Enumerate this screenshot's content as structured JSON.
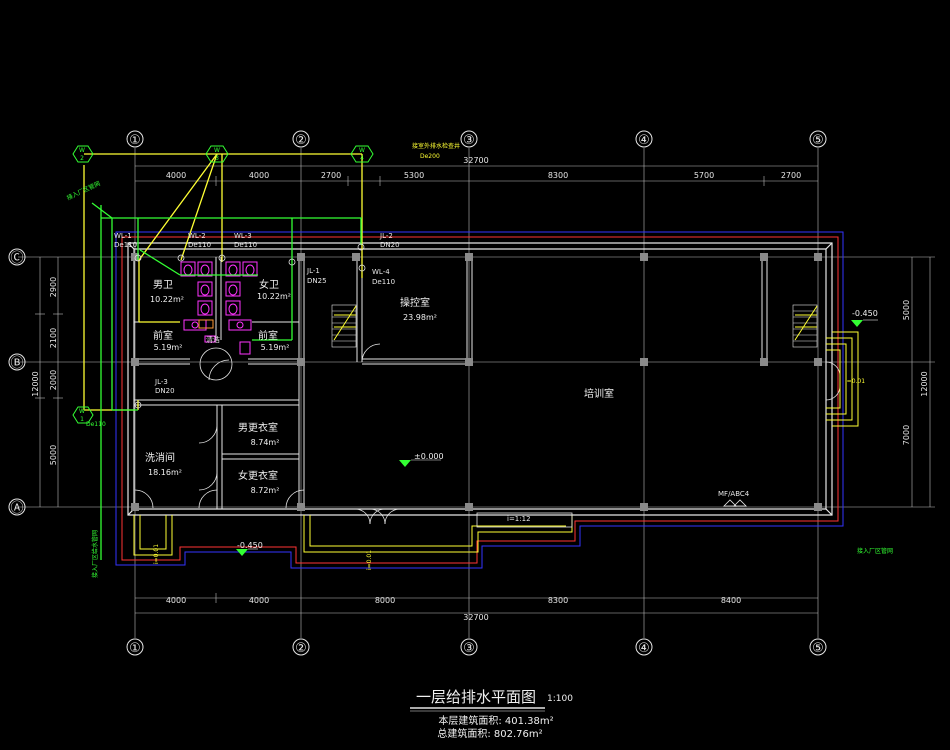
{
  "title": {
    "main": "一层给排水平面图",
    "scale": "1:100",
    "floor_area": "本层建筑面积: 401.38m²",
    "total_area": "总建筑面积: 802.76m²"
  },
  "axes": {
    "columns": [
      "①",
      "②",
      "③",
      "④",
      "⑤"
    ],
    "rows": [
      "Ⓐ",
      "Ⓑ",
      "Ⓒ"
    ]
  },
  "dimensions": {
    "top_total": "32700",
    "top_segments": [
      "4000",
      "4000",
      "2700",
      "5300",
      "8300",
      "5700",
      "2700"
    ],
    "bottom_total": "32700",
    "bottom_segments": [
      "4000",
      "4000",
      "8000",
      "8300",
      "8400"
    ],
    "left_total": "12000",
    "left_segments": [
      "2900",
      "2100",
      "2000",
      "5000"
    ],
    "right_total": "12000",
    "right_segments": [
      "5000",
      "7000"
    ]
  },
  "rooms": [
    {
      "name": "男卫",
      "area": "10.22m²"
    },
    {
      "name": "女卫",
      "area": "10.22m²"
    },
    {
      "name": "前室",
      "area": "5.19m²"
    },
    {
      "name": "前室",
      "area": "5.19m²"
    },
    {
      "name": "清洁",
      "area": ""
    },
    {
      "name": "操控室",
      "area": "23.98m²"
    },
    {
      "name": "培训室",
      "area": ""
    },
    {
      "name": "男更衣室",
      "area": "8.74m²"
    },
    {
      "name": "女更衣室",
      "area": "8.72m²"
    },
    {
      "name": "洗消间",
      "area": "18.16m²"
    }
  ],
  "pipes": [
    {
      "id": "WL-1",
      "size": "De110"
    },
    {
      "id": "WL-2",
      "size": "De110"
    },
    {
      "id": "WL-3",
      "size": "De110"
    },
    {
      "id": "WL-4",
      "size": "De110"
    },
    {
      "id": "JL-1",
      "size": "DN25"
    },
    {
      "id": "JL-2",
      "size": "DN20"
    },
    {
      "id": "JL-3",
      "size": "DN20"
    }
  ],
  "manholes": [
    {
      "letter": "W",
      "num": "2"
    },
    {
      "letter": "W",
      "num": "3"
    },
    {
      "letter": "W",
      "num": "4"
    },
    {
      "letter": "W",
      "num": "1"
    }
  ],
  "levels": {
    "floor": "±0.000",
    "outside_left": "-0.450",
    "outside_right": "-0.450"
  },
  "notes": {
    "pipe_in_top": "接入厂区管网",
    "pipe_in_right": "接入厂区管网",
    "pipe_in_left": "接入厂区给水管网",
    "drain_top": "接室外排水检查井",
    "drain_size": "De200",
    "ramp": "i=1:12",
    "fire_cab": "MF/ABC4",
    "slope_left": "i=0.01",
    "left_mark": "De110"
  },
  "colors": {
    "background": "#000000",
    "wall": "#e6e6e6",
    "water_supply": "#33ff33",
    "drainage": "#ffff33",
    "outline_red": "#ff3333",
    "outline_blue": "#3333ff",
    "fixtures": "#ff33ff"
  }
}
